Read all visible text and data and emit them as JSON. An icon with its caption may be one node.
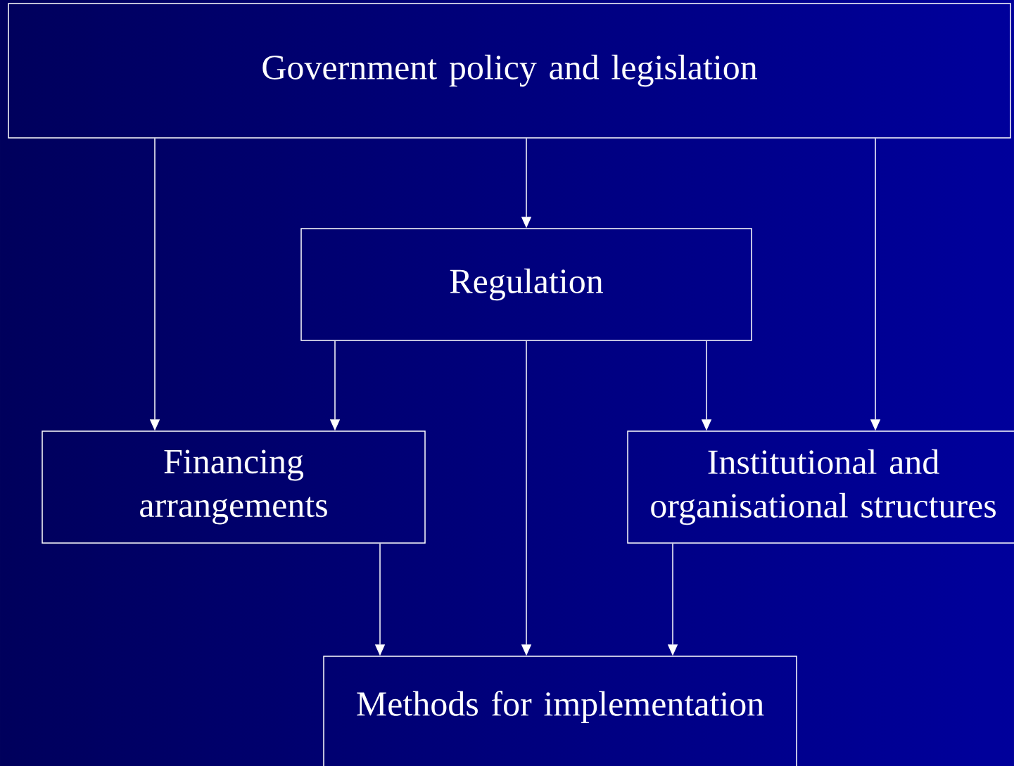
{
  "diagram": {
    "nodes": [
      {
        "text": [
          "Government policy and legislation"
        ]
      },
      {
        "text": [
          "Regulation"
        ]
      },
      {
        "text": [
          "Financing arrangements"
        ]
      },
      {
        "text": [
          "Institutional and organisational structures"
        ]
      },
      {
        "text": [
          "Methods for implementation"
        ]
      }
    ],
    "edges": [
      {
        "from": 0,
        "to": 2,
        "arrow": "to"
      },
      {
        "from": 0,
        "to": 1,
        "arrow": "to"
      },
      {
        "from": 0,
        "to": 3,
        "arrow": "to"
      },
      {
        "from": 1,
        "to": 2,
        "arrow": "to"
      },
      {
        "from": 1,
        "to": 4,
        "arrow": "to"
      },
      {
        "from": 1,
        "to": 3,
        "arrow": "to"
      },
      {
        "from": 2,
        "to": 4,
        "arrow": "to"
      },
      {
        "from": 3,
        "to": 4,
        "arrow": "to"
      }
    ]
  }
}
